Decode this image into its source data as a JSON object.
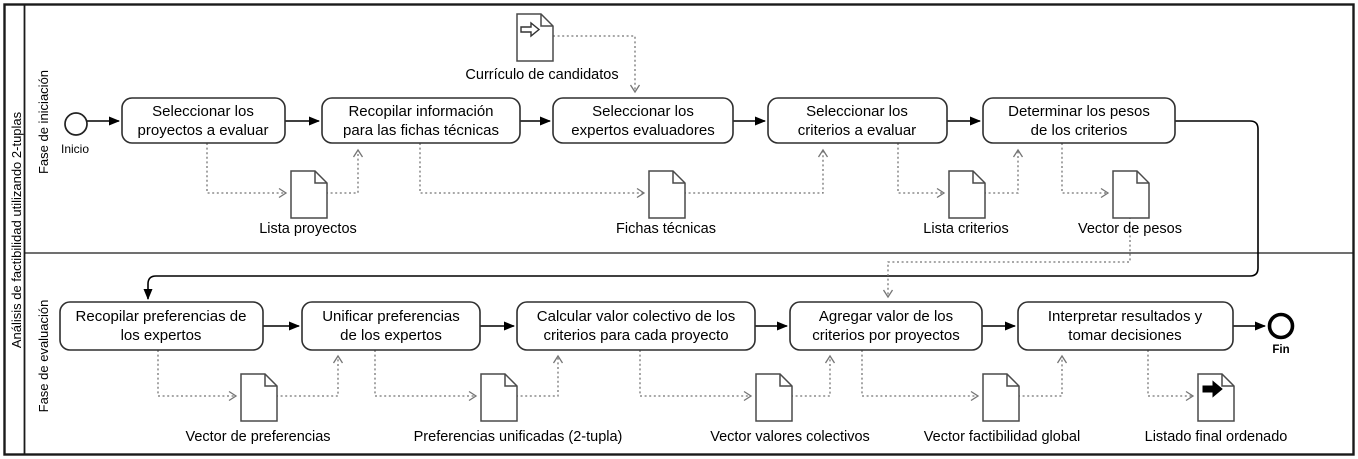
{
  "diagram": {
    "pool_label": "Análisis de factibilidad utilizando 2-tuplas",
    "colors": {
      "background": "#ffffff",
      "sequence_flow": "#000000",
      "task_border": "#2f2f2f",
      "document_border": "#4a4a4a",
      "association": "#757575",
      "text": "#000000"
    },
    "lanes": [
      {
        "label": "Fase de iniciación",
        "start_event": "Inicio",
        "tasks": [
          {
            "lines": [
              "Seleccionar los",
              "proyectos a evaluar"
            ]
          },
          {
            "lines": [
              "Recopilar información",
              "para las fichas técnicas"
            ]
          },
          {
            "lines": [
              "Seleccionar los",
              "expertos evaluadores"
            ]
          },
          {
            "lines": [
              "Seleccionar los",
              "criterios a evaluar"
            ]
          },
          {
            "lines": [
              "Determinar los pesos",
              "de los criterios"
            ]
          }
        ],
        "data_objects": [
          {
            "label": "Currículo de candidatos",
            "kind": "data-input"
          },
          {
            "label": "Lista proyectos",
            "kind": "data-object"
          },
          {
            "label": "Fichas técnicas",
            "kind": "data-object"
          },
          {
            "label": "Lista criterios",
            "kind": "data-object"
          },
          {
            "label": "Vector de pesos",
            "kind": "data-object"
          }
        ]
      },
      {
        "label": "Fase de evaluación",
        "end_event": "Fin",
        "tasks": [
          {
            "lines": [
              "Recopilar preferencias de",
              "los expertos"
            ]
          },
          {
            "lines": [
              "Unificar preferencias",
              "de los expertos"
            ]
          },
          {
            "lines": [
              "Calcular valor colectivo de los",
              "criterios para cada proyecto"
            ]
          },
          {
            "lines": [
              "Agregar valor de los",
              "criterios por proyectos"
            ]
          },
          {
            "lines": [
              "Interpretar resultados y",
              "tomar decisiones"
            ]
          }
        ],
        "data_objects": [
          {
            "label": "Vector de preferencias",
            "kind": "data-object"
          },
          {
            "label": "Preferencias unificadas (2-tupla)",
            "kind": "data-object"
          },
          {
            "label": "Vector valores colectivos",
            "kind": "data-object"
          },
          {
            "label": "Vector factibilidad global",
            "kind": "data-object"
          },
          {
            "label": "Listado final ordenado",
            "kind": "data-output"
          }
        ]
      }
    ]
  }
}
